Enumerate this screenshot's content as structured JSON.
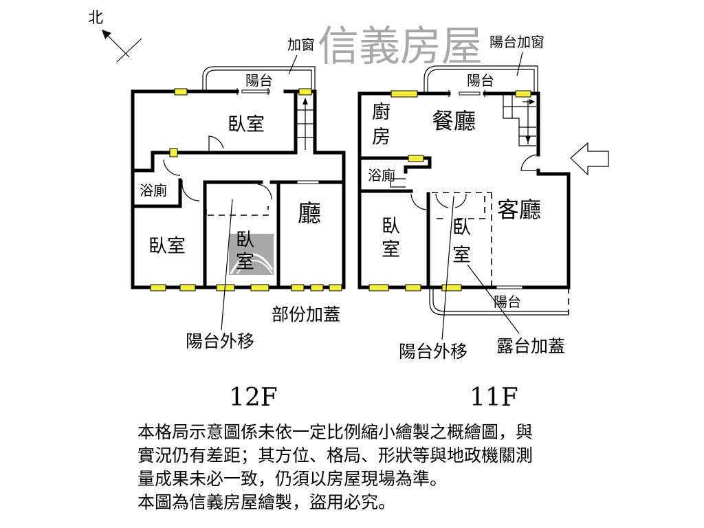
{
  "compass": {
    "north": "北"
  },
  "floor12": {
    "title": "12F",
    "rooms": {
      "bedroom_top": "臥室",
      "bath": "浴廁",
      "bedroom_left": "臥室",
      "bedroom_mid_1": "臥",
      "bedroom_mid_2": "室",
      "hall": "廳",
      "balcony": "陽台"
    },
    "annotations": {
      "add_window": "加窗",
      "partial_addition": "部份加蓋",
      "balcony_moved_out": "陽台外移"
    }
  },
  "floor11": {
    "title": "11F",
    "rooms": {
      "kitchen_1": "廚",
      "kitchen_2": "房",
      "dining": "餐廳",
      "bath": "浴廁",
      "bedroom_a_1": "臥",
      "bedroom_a_2": "室",
      "bedroom_b_1": "臥",
      "bedroom_b_2": "室",
      "living": "客廳",
      "balcony_top": "陽台",
      "balcony_bottom": "陽台"
    },
    "annotations": {
      "balcony_add_window": "陽台加窗",
      "balcony_moved_out": "陽台外移",
      "terrace_addition": "露台加蓋"
    }
  },
  "watermark": {
    "brand": "信義房屋"
  },
  "disclaimer": [
    "本格局示意圖係未依一定比例縮小繪製之概繪圖，與",
    "實況仍有差距；其方位、格局、形狀等與地政機關測",
    "量成果未必一致，仍須以房屋現場為準。",
    "本圖為信義房屋繪製，盜用必究。"
  ],
  "colors": {
    "window": "#f2f03c",
    "wall": "#000000",
    "watermark": "#9a9a9a"
  }
}
